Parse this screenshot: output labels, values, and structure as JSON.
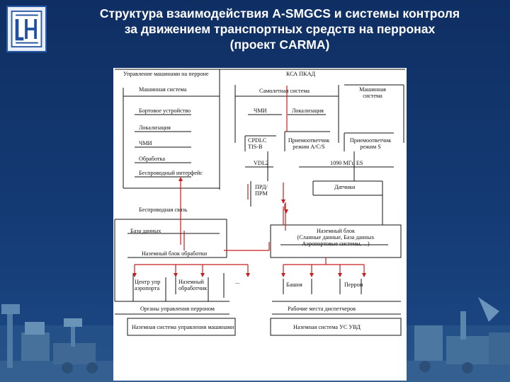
{
  "slide": {
    "title_lines": [
      "Структура взаимодействия A-SMGCS и системы контроля",
      "за движением транспортных средств на перронах",
      "(проект CARMA)"
    ]
  },
  "diagram": {
    "left_header": "Управление машинами на перроне",
    "right_header": "КСА ПКАД",
    "vehicle_system_left": "Машинная система",
    "onboard_device": "Бортовое устройство",
    "localization_left": "Локализация",
    "hmi_left": "ЧМИ",
    "processing": "Обработка",
    "wireless_interface": "Беспроводный интерфейс",
    "wireless_link": "Беспроводная связь",
    "database": "База данных",
    "ground_processing_unit": "Наземный блок обработки",
    "aircraft_system": "Самолетная система",
    "hmi_aircraft": "ЧМИ",
    "localization_aircraft": "Локализация",
    "vehicle_system_right": [
      "Машинная",
      "система"
    ],
    "cpdlc": [
      "CPDLC",
      "TIS-B"
    ],
    "transponder_acs": [
      "Приемоответчик",
      "режим А/С/S"
    ],
    "transponder_s": [
      "Приемоответчик",
      "режим S"
    ],
    "vdl2": "VDL2",
    "freq_1090": "1090 МГц ES",
    "sensors": "Датчики",
    "prd_prm": [
      "ПРД/",
      "ПРМ"
    ],
    "ground_block": [
      "Наземный блок",
      "(Сланные данные, База данных",
      "Аэропортовые системы, ...)"
    ],
    "apron_control_center": [
      "Центр упр",
      "аэропорта"
    ],
    "ground_processor": [
      "Наземный",
      "обработчик"
    ],
    "ellipsis": "...",
    "tower": "Башня",
    "apron": "Перрон",
    "apron_mgmt_bodies": "Органы управления перроном",
    "dispatcher_workstations": "Рабочие места диспетчеров",
    "ground_vehicle_mgmt_system": "Наземная система управления машинами",
    "ground_system_uvd": "Наземная система УС УВД",
    "colors": {
      "arrow": "#c81e1e",
      "line": "#111111"
    }
  }
}
